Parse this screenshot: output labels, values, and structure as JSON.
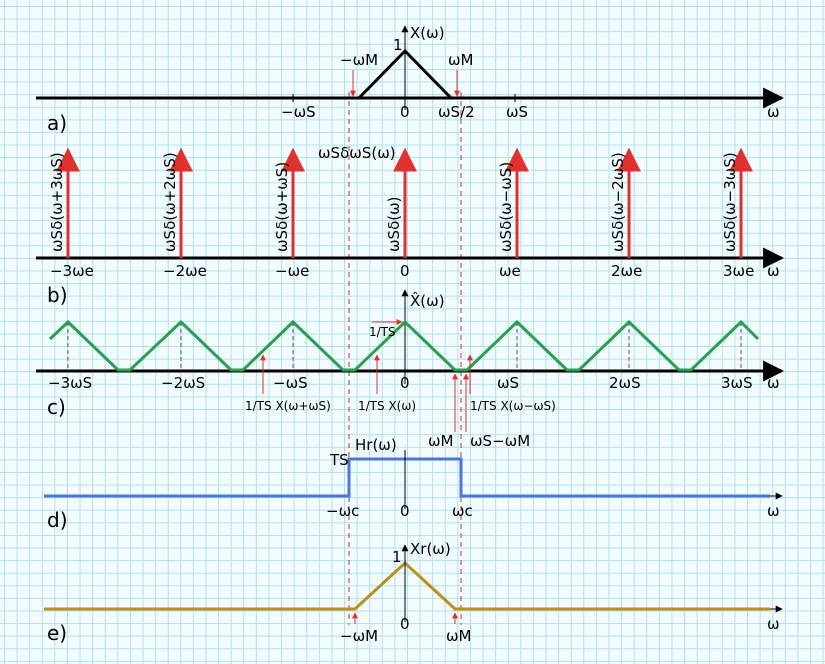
{
  "colors": {
    "axis": "#000000",
    "impulse": "#e03030",
    "pointer": "#e03030",
    "sampled_spectrum": "#28a050",
    "filter": "#4a78d8",
    "reconstructed": "#b8901a",
    "grid": "#aee0ee"
  },
  "panel_a": {
    "label": "a)",
    "axis_var": "ω",
    "function": "X(ω)",
    "peak": "1",
    "ticks": {
      "neg_ws": "−ωS",
      "zero": "0",
      "half_ws": "ωS/2",
      "ws": "ωS"
    },
    "markers": {
      "neg_wm": "−ωM",
      "wm": "ωM"
    }
  },
  "panel_b": {
    "label": "b)",
    "axis_var": "ω",
    "function": "ωSδωS(ω)",
    "pulse_labels": [
      "ωSδ(ω+3ωS)",
      "ωSδ(ω+2ωS)",
      "ωSδ(ω+ωS)",
      "ωSδ(ω)",
      "ωSδ(ω−ωS)",
      "ωSδ(ω−2ωS)",
      "ωSδ(ω−3ωS)"
    ],
    "ticks": [
      "−3ωe",
      "−2ωe",
      "−ωe",
      "0",
      "ωe",
      "2ωe",
      "3ωe"
    ]
  },
  "panel_c": {
    "label": "c)",
    "axis_var": "ω",
    "function": "X̂(ω)",
    "height_label": "1/TS",
    "ticks": [
      "−3ωS",
      "−2ωS",
      "−ωS",
      "0",
      "ωS",
      "2ωS",
      "3ωS"
    ],
    "term_labels": [
      "1/TS X(ω+ωS)",
      "1/TS X(ω)",
      "1/TS X(ω−ωS)"
    ],
    "markers": {
      "wm": "ωM",
      "ws_minus_wm": "ωS−ωM"
    }
  },
  "panel_d": {
    "label": "d)",
    "axis_var": "ω",
    "function": "Hr(ω)",
    "gain": "TS",
    "ticks": {
      "neg_wc": "−ωc",
      "zero": "0",
      "wc": "ωc"
    }
  },
  "panel_e": {
    "label": "e)",
    "axis_var": "ω",
    "function": "Xr(ω)",
    "peak": "1",
    "ticks": {
      "neg_wm": "−ωM",
      "zero": "0",
      "wm": "ωM"
    }
  }
}
